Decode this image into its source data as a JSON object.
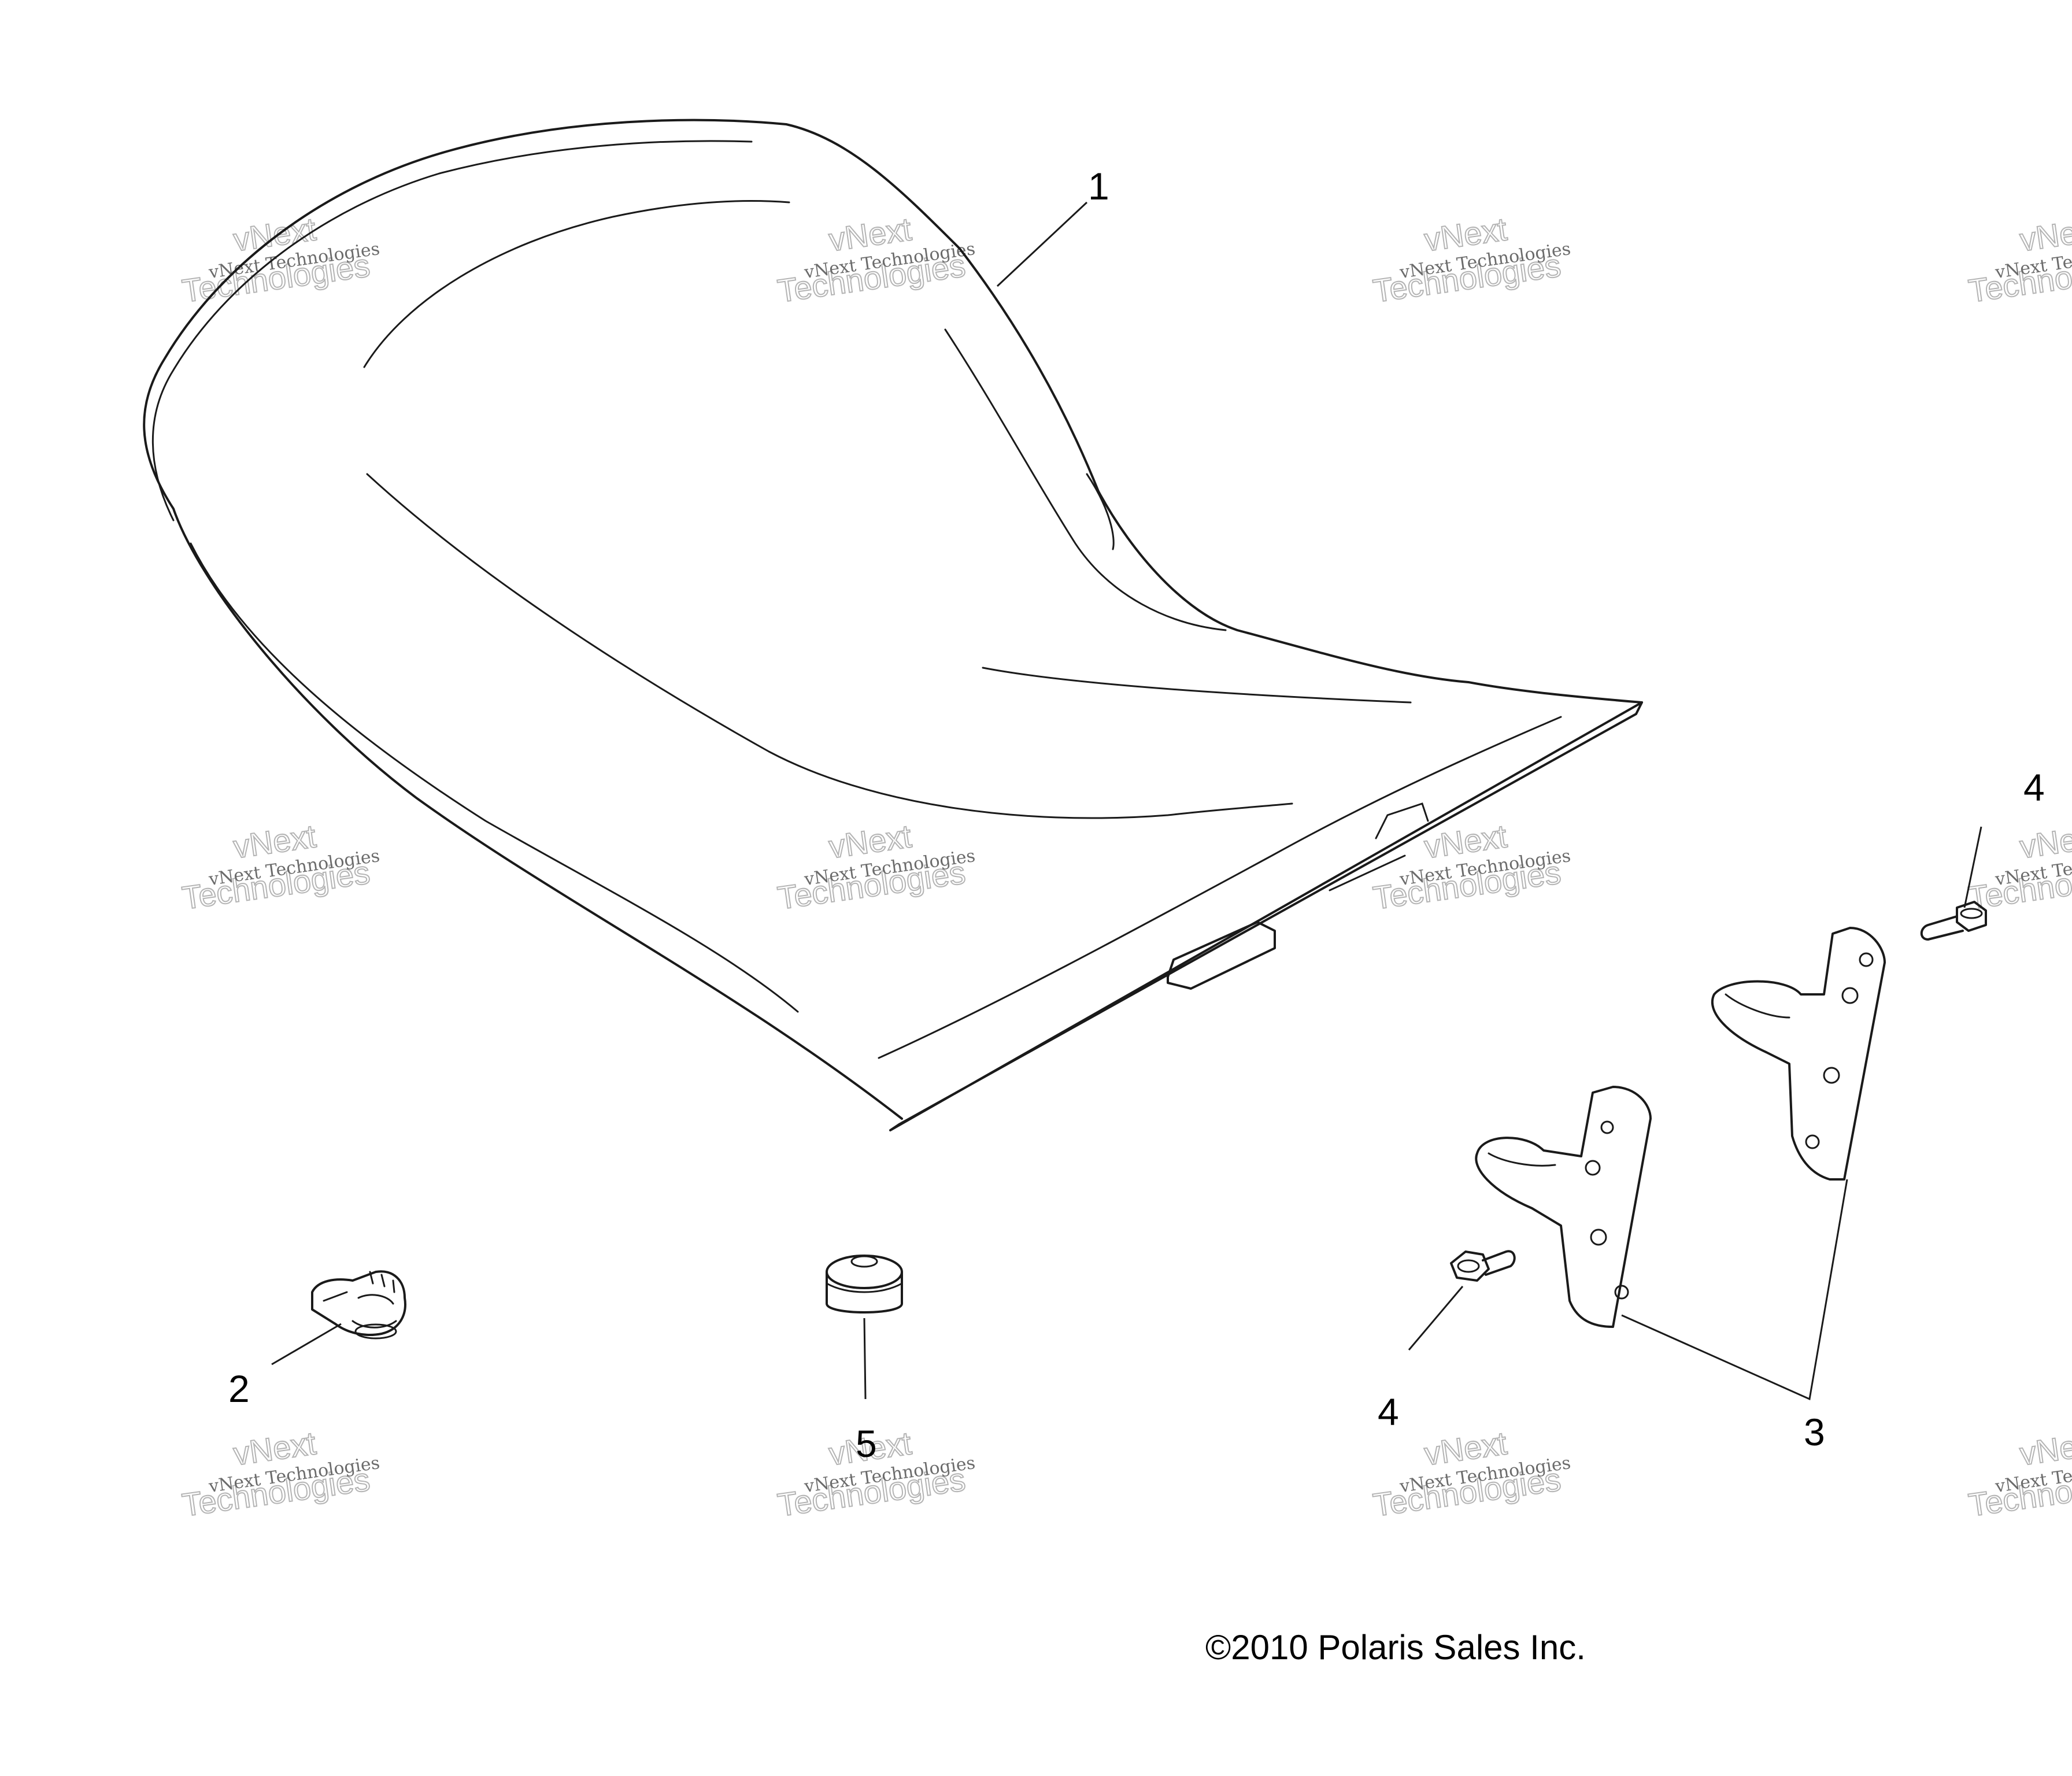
{
  "callouts": {
    "c1": "1",
    "c2": "2",
    "c3": "3",
    "c4a": "4",
    "c4b": "4",
    "c5": "5"
  },
  "copyright": "©2010 Polaris Sales Inc.",
  "watermark": {
    "line_small": "vNext Technologies",
    "line_big_1": "vNext",
    "line_big_2": "Technologies"
  },
  "parts": {
    "seat": "seat-icon",
    "clip": "clip-icon",
    "bracket": "bracket-icon",
    "bolt": "bolt-icon",
    "bumper": "bumper-icon"
  }
}
